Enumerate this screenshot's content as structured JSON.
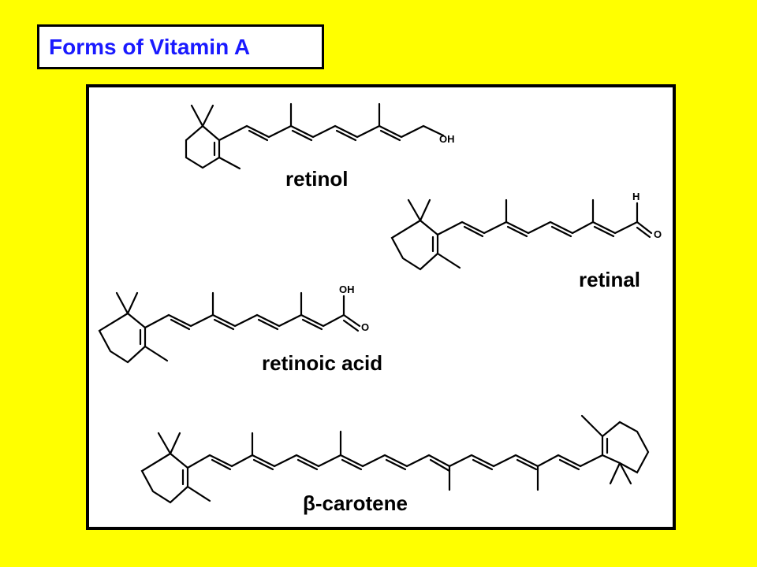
{
  "title": "Forms of Vitamin A",
  "colors": {
    "background": "#ffff00",
    "title_text": "#1a1aff",
    "panel": "#ffffff",
    "border": "#000000"
  },
  "molecules": [
    {
      "name": "retinol",
      "terminal_atoms": [
        "OH"
      ]
    },
    {
      "name": "retinal",
      "terminal_atoms": [
        "H",
        "O"
      ]
    },
    {
      "name": "retinoic acid",
      "terminal_atoms": [
        "OH",
        "O"
      ]
    },
    {
      "name": "β-carotene",
      "terminal_atoms": []
    }
  ]
}
